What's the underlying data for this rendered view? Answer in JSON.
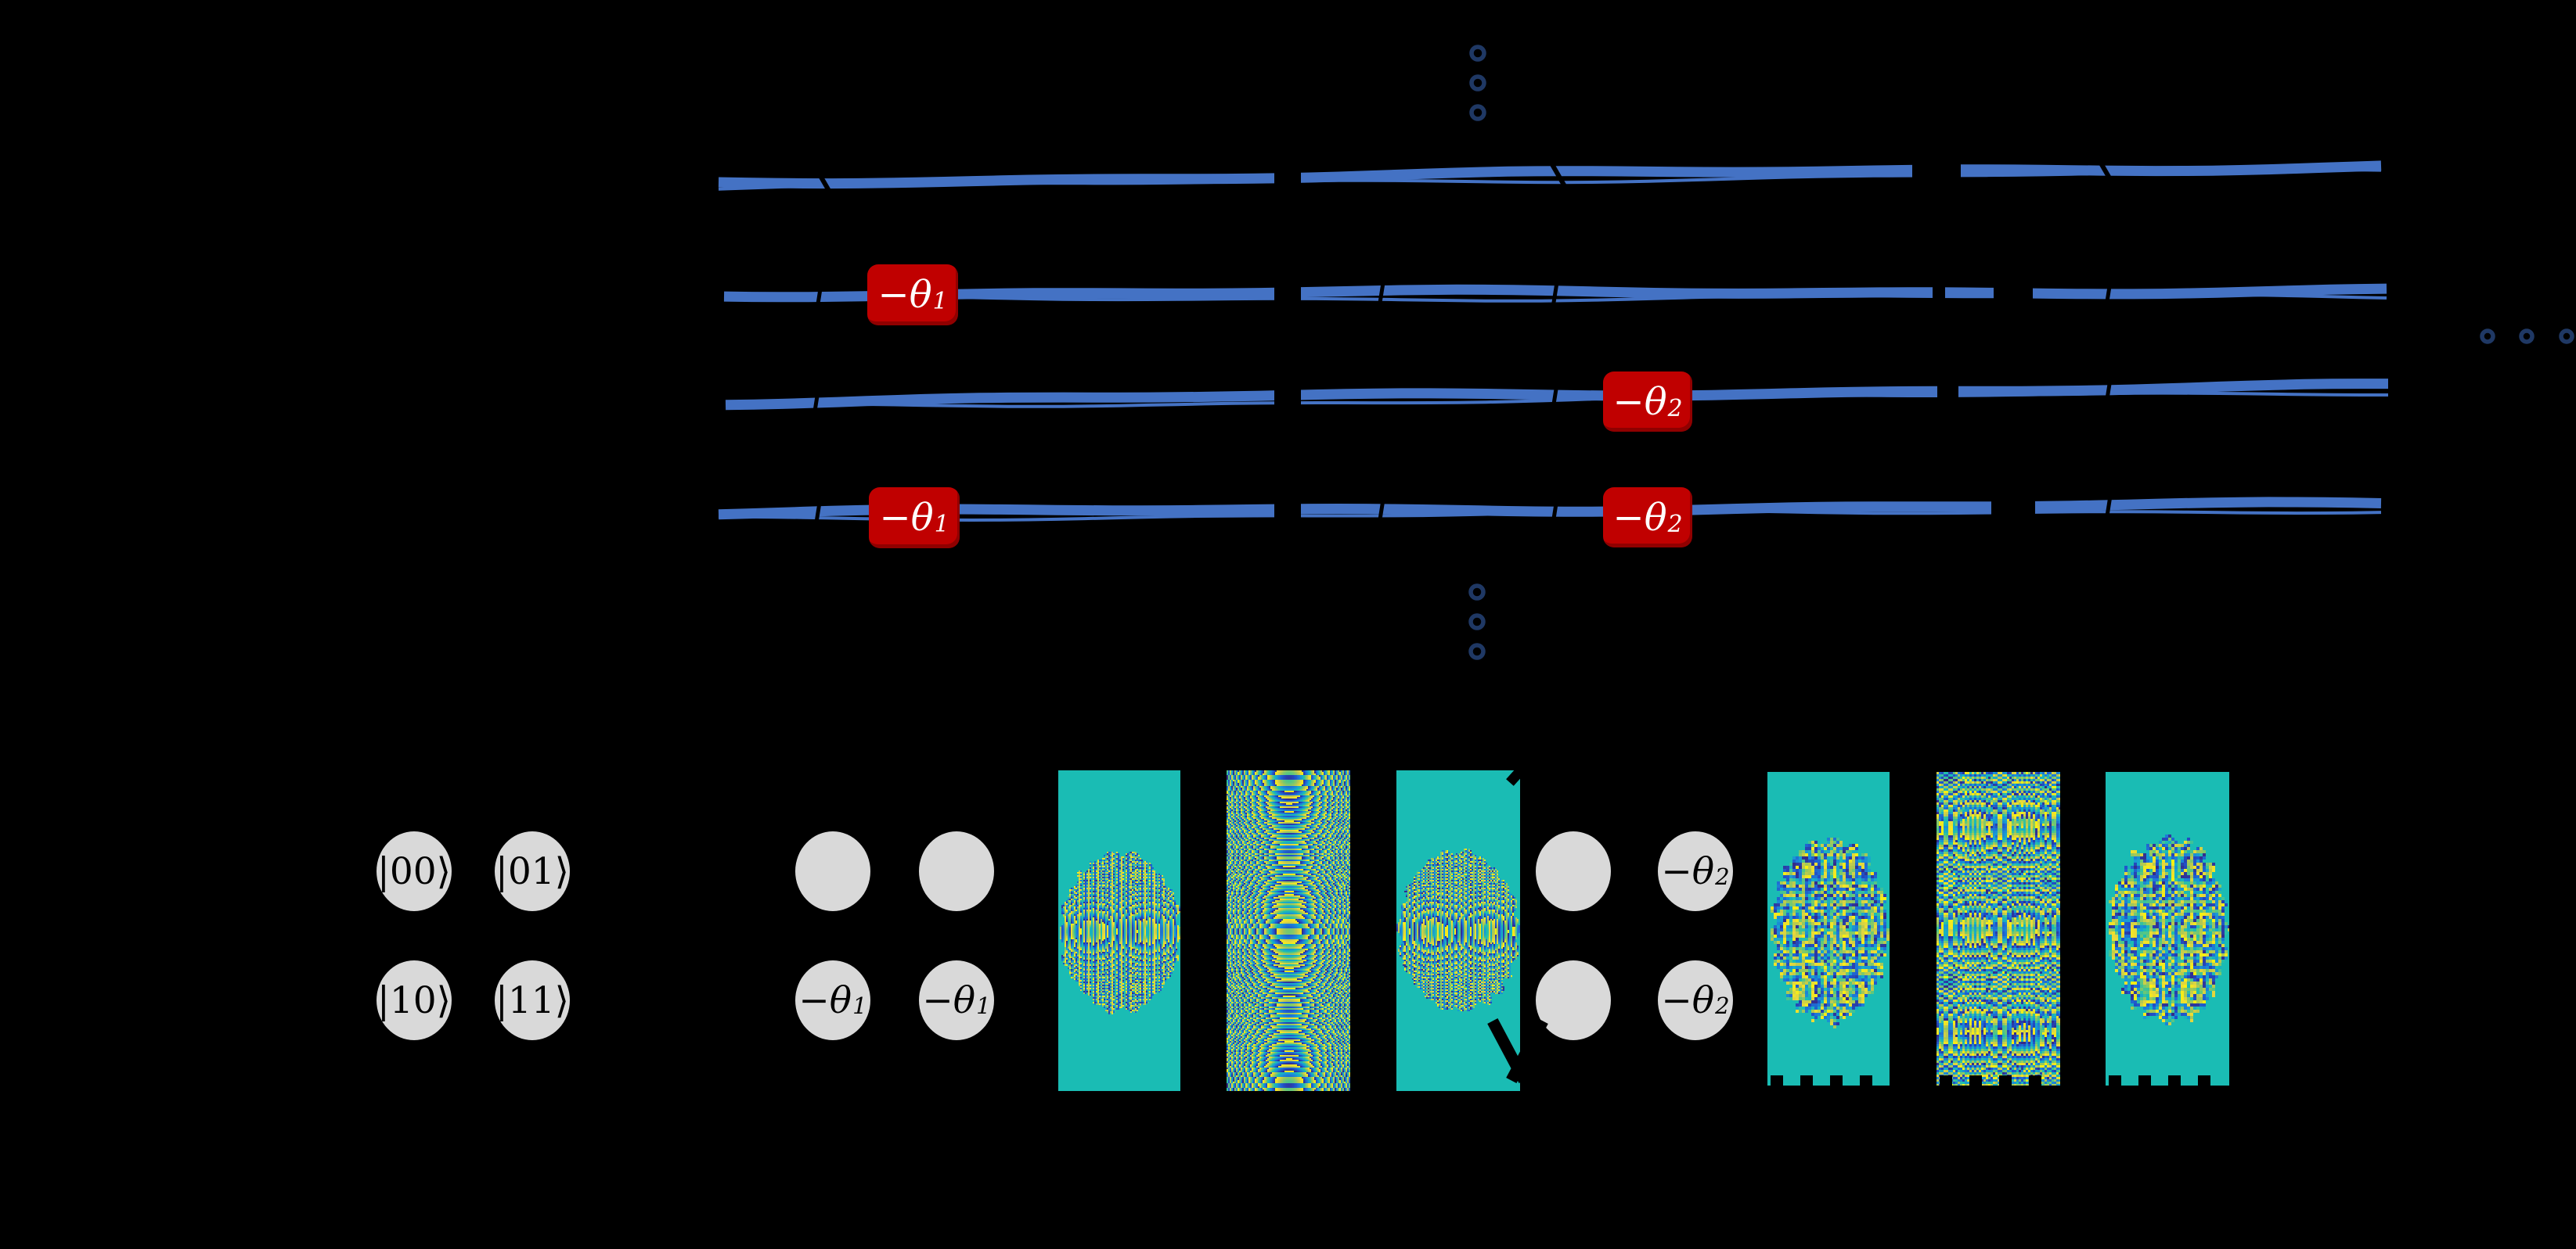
{
  "figure": {
    "type": "quantum-circuit-diagram-with-phase-plots",
    "background_color": "#000000"
  },
  "colors": {
    "wire_blue": "#4472C4",
    "ellipsis_navy": "#1F3864",
    "gate_red": "#C00000",
    "gate_text_white": "#FFFFFF",
    "disk_gray": "#D9D9D9",
    "disk_text_black": "#000000",
    "panel_teal": "#1ABCB4",
    "palette": [
      "#352A87",
      "#2050C8",
      "#1E78D7",
      "#18A0D2",
      "#1ABCB4",
      "#66C878",
      "#B4C850",
      "#E8D83C",
      "#FAF20E"
    ]
  },
  "circuit": {
    "num_wires": 4,
    "gate_labels": {
      "theta1": {
        "base": "−θ",
        "sub": "1"
      },
      "theta2": {
        "base": "−θ",
        "sub": "2"
      }
    },
    "gates_on_wires": [
      {
        "wire": 2,
        "column": 1,
        "label": "−θ1"
      },
      {
        "wire": 4,
        "column": 1,
        "label": "−θ1"
      },
      {
        "wire": 3,
        "column": 2,
        "label": "−θ2"
      },
      {
        "wire": 4,
        "column": 2,
        "label": "−θ2"
      }
    ],
    "ellipsis": {
      "top_vertical_dots": 3,
      "bottom_vertical_dots": 3,
      "right_horizontal_dots": 3
    }
  },
  "disks": {
    "basis_labels": [
      "|00⟩",
      "|01⟩",
      "|10⟩",
      "|11⟩"
    ],
    "phase_group_1_labels": [
      "",
      "",
      "−θ1",
      "−θ1"
    ],
    "phase_group_2_labels": [
      "",
      "−θ2",
      "",
      "−θ2"
    ]
  },
  "panels": [
    {
      "id": "p1",
      "kind": "phase-interference-plot",
      "coverage": "central-band"
    },
    {
      "id": "p2",
      "kind": "phase-interference-plot",
      "coverage": "full"
    },
    {
      "id": "p3",
      "kind": "phase-interference-plot",
      "coverage": "central-band"
    },
    {
      "id": "p4",
      "kind": "phase-interference-plot",
      "coverage": "central-band"
    },
    {
      "id": "p5",
      "kind": "phase-interference-plot",
      "coverage": "full"
    },
    {
      "id": "p6",
      "kind": "phase-interference-plot",
      "coverage": "central-band"
    }
  ]
}
